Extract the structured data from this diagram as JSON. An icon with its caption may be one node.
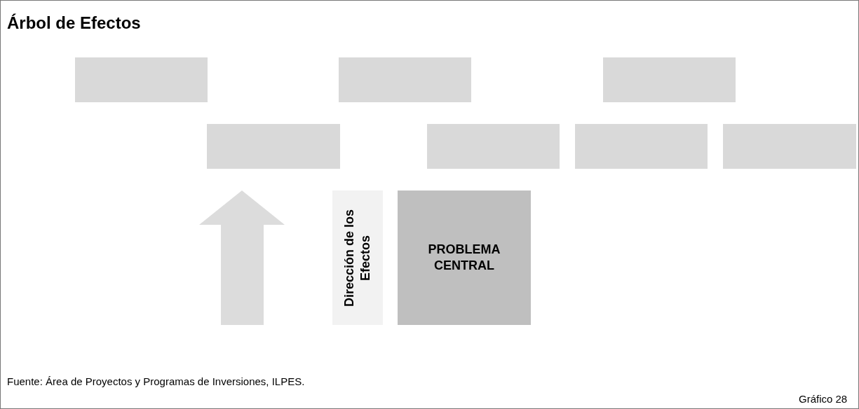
{
  "diagram": {
    "title": "Árbol de Efectos",
    "nodes": [
      {
        "text": [],
        "shape": "box"
      },
      {
        "text": [],
        "shape": "box"
      },
      {
        "text": [],
        "shape": "box"
      },
      {
        "text": [],
        "shape": "box"
      },
      {
        "text": [],
        "shape": "box"
      },
      {
        "text": [],
        "shape": "box"
      },
      {
        "text": [],
        "shape": "box"
      },
      {
        "text": [
          "Dirección de los Efectos"
        ]
      },
      {
        "text": [
          "PROBLEMA CENTRAL"
        ]
      }
    ],
    "edges": [],
    "labels": [
      "Fuente: Área de Proyectos y Programas de Inversiones, ILPES.",
      "Gráfico 28"
    ]
  }
}
